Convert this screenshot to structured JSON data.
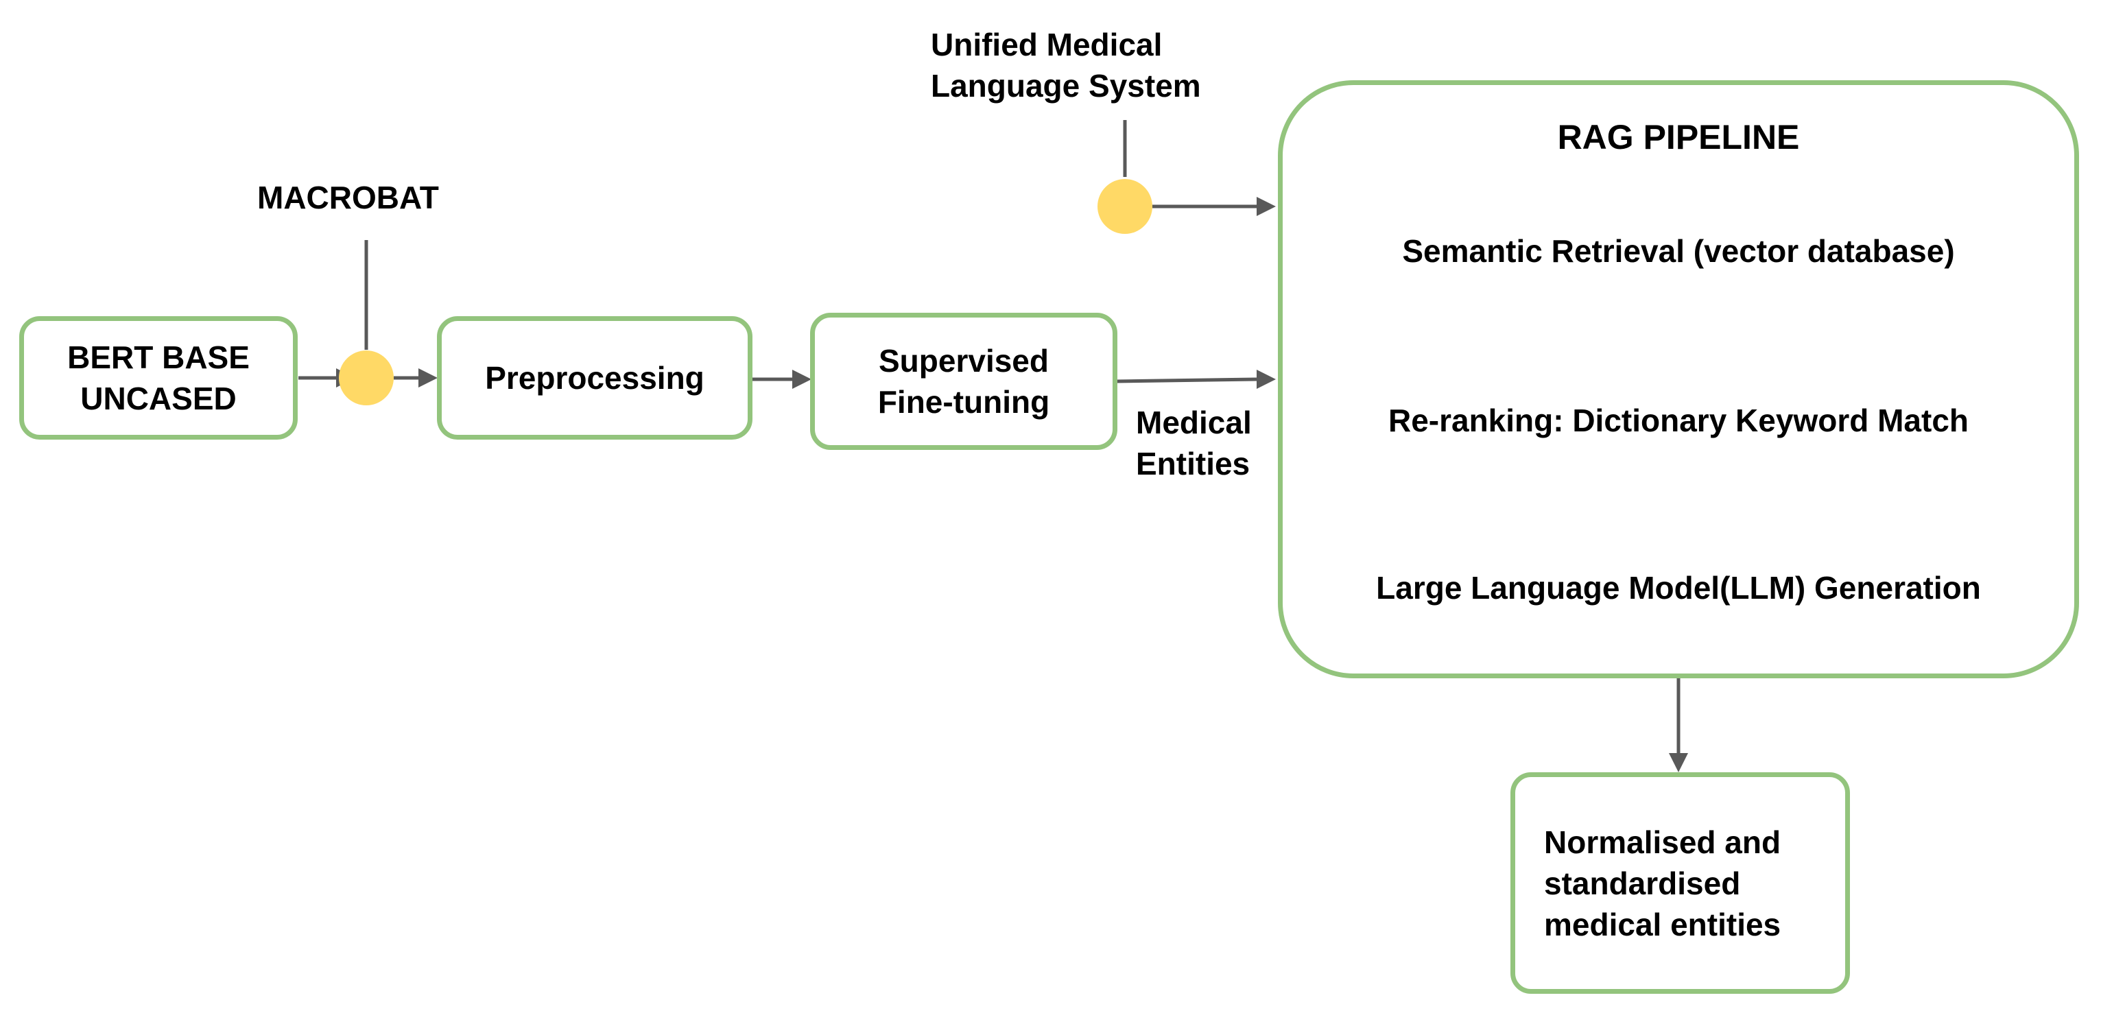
{
  "colors": {
    "box_border": "#93c47d",
    "node_fill": "#ffd966",
    "arrow": "#595959",
    "text": "#000000"
  },
  "nodes": {
    "bert": "BERT BASE\nUNCASED",
    "preprocessing": "Preprocessing",
    "finetuning": "Supervised\nFine-tuning",
    "output": "Normalised and\nstandardised\nmedical entities"
  },
  "inputs": {
    "macrobat": "MACROBAT",
    "umls": "Unified Medical\nLanguage System"
  },
  "edge_labels": {
    "medical_entities": "Medical\nEntities"
  },
  "rag": {
    "title": "RAG PIPELINE",
    "steps": [
      "Semantic Retrieval (vector database)",
      "Re-ranking: Dictionary Keyword Match",
      "Large Language Model(LLM) Generation"
    ]
  }
}
